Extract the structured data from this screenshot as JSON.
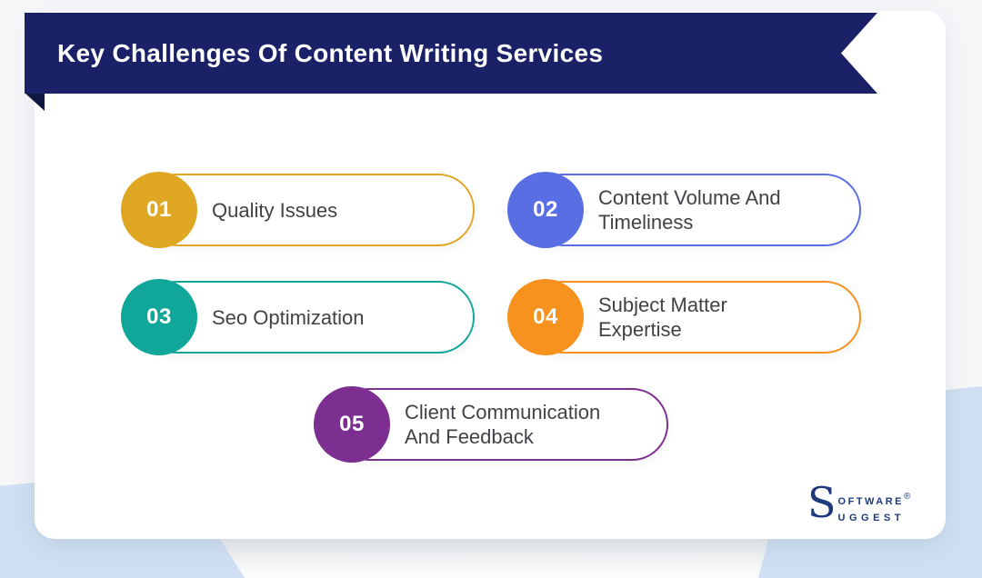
{
  "banner": {
    "title": "Key Challenges Of Content Writing Services",
    "bg_color": "#1A2166",
    "fold_color": "#101740"
  },
  "items": [
    {
      "number": "01",
      "label": "Quality Issues",
      "line1": "Quality Issues",
      "line2": "",
      "color": "#E0A724"
    },
    {
      "number": "02",
      "label": "Content Volume And Timeliness",
      "line1": "Content Volume And",
      "line2": "Timeliness",
      "color": "#5A6EE3"
    },
    {
      "number": "03",
      "label": "Seo Optimization",
      "line1": "Seo Optimization",
      "line2": "",
      "color": "#10A69A"
    },
    {
      "number": "04",
      "label": "Subject Matter Expertise",
      "line1": "Subject Matter",
      "line2": "Expertise",
      "color": "#F6921D"
    },
    {
      "number": "05",
      "label": "Client Communication And Feedback",
      "line1": "Client Communication",
      "line2": "And Feedback",
      "color": "#7C2E91"
    }
  ],
  "logo": {
    "s": "S",
    "line1": "oftware",
    "reg": "®",
    "line2": "uggest",
    "color": "#1E3A7D"
  },
  "colors": {
    "page_bg": "#F6F7F9",
    "card_bg": "#FFFFFF",
    "bottom_bg": "#D0E0F2",
    "text": "#3F4347"
  }
}
